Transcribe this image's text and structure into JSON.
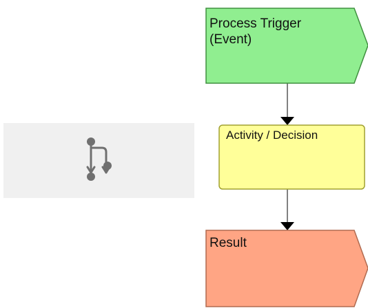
{
  "diagram": {
    "nodes": [
      {
        "id": "trigger",
        "kind": "event-arrow",
        "lines": [
          "Process Trigger",
          "(Event)"
        ],
        "fill": "#90ee90",
        "stroke": "#3f8f3f"
      },
      {
        "id": "activity",
        "kind": "rounded-box",
        "lines": [
          "Activity / Decision"
        ],
        "fill": "#ffff99",
        "stroke": "#a0a030"
      },
      {
        "id": "result",
        "kind": "event-arrow",
        "lines": [
          "Result"
        ],
        "fill": "#ffa584",
        "stroke": "#b06a4f"
      }
    ],
    "edges": [
      {
        "from": "trigger",
        "to": "activity"
      },
      {
        "from": "activity",
        "to": "result"
      }
    ],
    "connector_color": "#555555",
    "arrowhead_color": "#000000"
  },
  "icon_panel": {
    "icon": "branch-icon",
    "background": "#f0f0f0",
    "icon_color": "#707070"
  }
}
